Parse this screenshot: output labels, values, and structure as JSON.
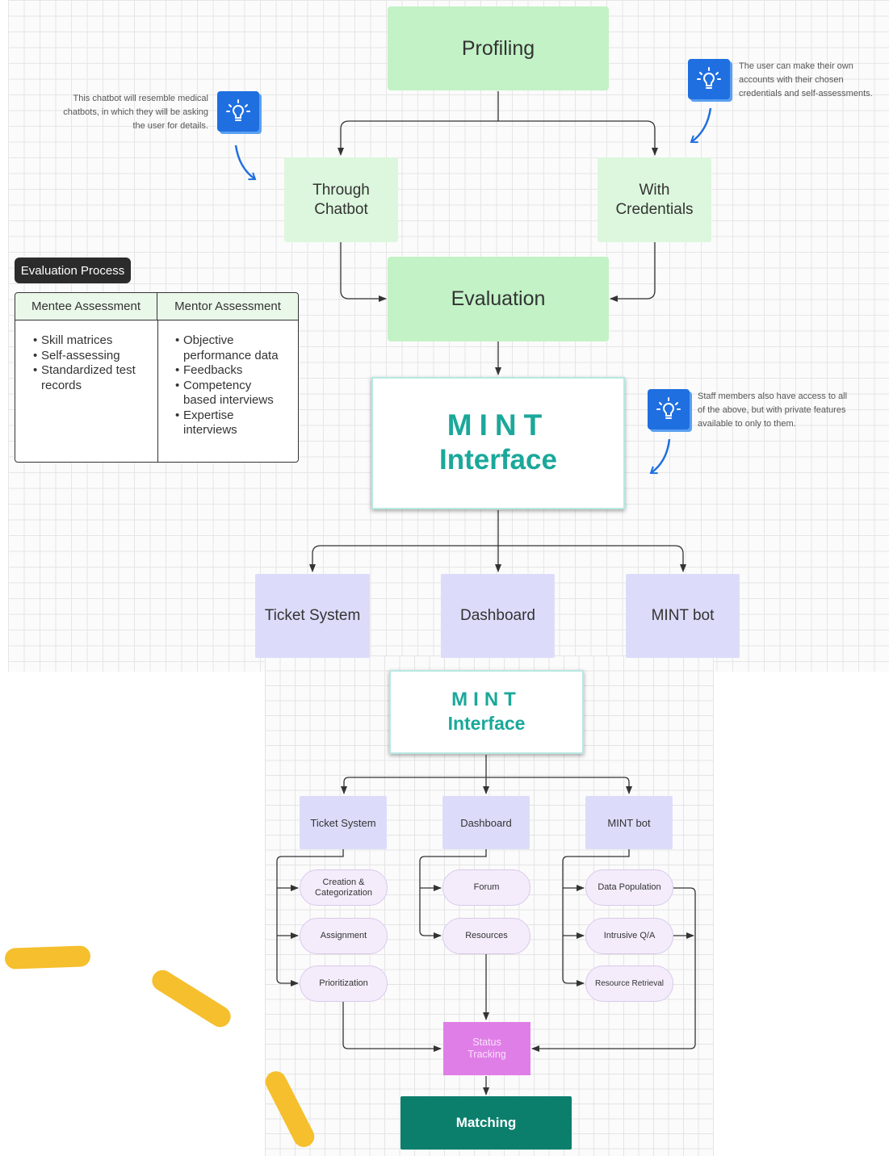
{
  "top": {
    "profiling": "Profiling",
    "through_chatbot": "Through Chatbot",
    "with_credentials": "With Credentials",
    "evaluation": "Evaluation",
    "mint_title": "MINT",
    "mint_subtitle": "Interface",
    "ticket_system": "Ticket System",
    "dashboard": "Dashboard",
    "mint_bot": "MINT bot"
  },
  "notes": {
    "chatbot_note": "This chatbot will resemble medical chatbots, in which they will be asking the user for details.",
    "credentials_note": "The user can make their own accounts with their chosen credentials and self-assessments.",
    "staff_note": "Staff members also have access to all of the above, but with private features available to only to them."
  },
  "evaluation_table": {
    "header": "Evaluation Process",
    "col1_title": "Mentee Assessment",
    "col2_title": "Mentor Assessment",
    "col1_items": [
      "Skill matrices",
      "Self-assessing",
      "Standardized test",
      "records"
    ],
    "col2_items": [
      "Objective",
      "performance data",
      "Feedbacks",
      "Competency",
      "based interviews",
      "Expertise",
      "interviews"
    ]
  },
  "bottom": {
    "mint_title": "MINT",
    "mint_subtitle": "Interface",
    "ticket_system": "Ticket System",
    "dashboard": "Dashboard",
    "mint_bot": "MINT bot",
    "creation": "Creation & Categorization",
    "assignment": "Assignment",
    "prioritization": "Prioritization",
    "forum": "Forum",
    "resources": "Resources",
    "data_population": "Data Population",
    "intrusive_qa": "Intrusive Q/A",
    "resource_retrieval": "Resource Retrieval",
    "status_tracking": "Status Tracking",
    "matching": "Matching"
  },
  "icons": [
    "lightbulb-icon"
  ],
  "colors": {
    "green": "#c2f2c6",
    "light_green": "#dcf7dd",
    "purple": "#dcdcfa",
    "teal_text": "#1aa89a",
    "status_pink": "#e07ee8",
    "matching_teal": "#0b7f6c",
    "bulb_blue": "#1f6fe0",
    "swoosh_yellow": "#f5bf2d"
  }
}
